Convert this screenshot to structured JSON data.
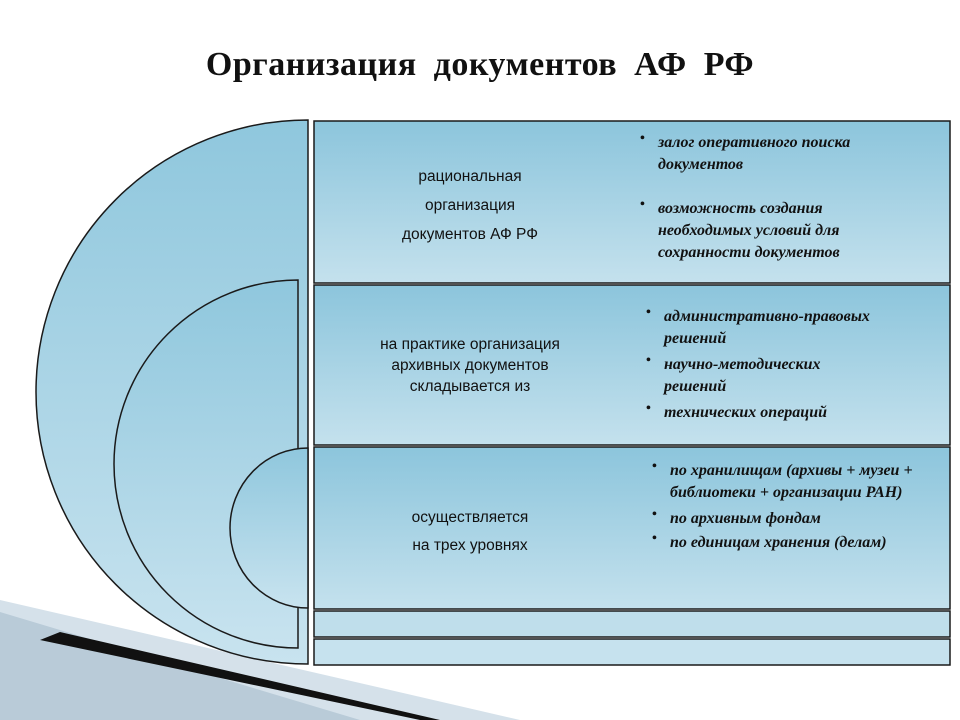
{
  "title": "Организация  документов  АФ  РФ",
  "rows": [
    {
      "label_lines": [
        "рациональная",
        "организация",
        "документов АФ РФ"
      ],
      "bullets": [
        "залог оперативного поиска документов",
        "возможность создания необходимых условий для сохранности документов"
      ]
    },
    {
      "label_lines": [
        "на практике организация",
        "архивных документов",
        "складывается из"
      ],
      "bullets": [
        "административно-правовых решений",
        "научно-методических решений",
        "технических операций"
      ]
    },
    {
      "label_lines": [
        "осуществляется",
        "на трех уровнях"
      ],
      "bullets": [
        " по хранилищам (архивы + музеи + библиотеки + организации РАН)",
        "по архивным фондам",
        "по единицам хранения (делам)"
      ]
    }
  ],
  "colors": {
    "panel_top": "#8fc7dd",
    "panel_bottom": "#c6e2ee",
    "outline": "#1a1a1a",
    "stripe_dark": "#111111",
    "stripe_light": "#b9cbd8"
  }
}
